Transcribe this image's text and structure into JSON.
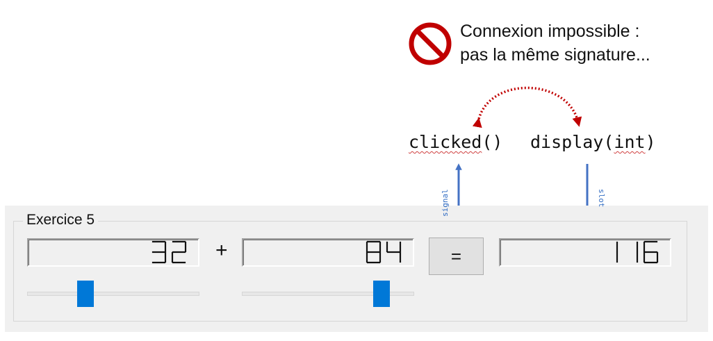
{
  "annotation": {
    "line1": "Connexion impossible :",
    "line2": "pas la même signature...",
    "icon": "forbidden-icon",
    "icon_color": "#c00000",
    "arc_color": "#c00000"
  },
  "code": {
    "signal_name": "clicked",
    "signal_args": "()",
    "slot_name": "display",
    "slot_open": "(",
    "slot_type": "int",
    "slot_close": ")"
  },
  "connections": {
    "signal_label": "signal",
    "slot_label": "slot",
    "arrow_color": "#4472c4"
  },
  "dialog": {
    "group_title": "Exercice 5",
    "plus_label": "+",
    "equals_label": "=",
    "lcd_left": "32",
    "lcd_right": "84",
    "lcd_result": "116",
    "slider_left_value": 0.34,
    "slider_right_value": 0.81,
    "accent": "#0078d7"
  }
}
